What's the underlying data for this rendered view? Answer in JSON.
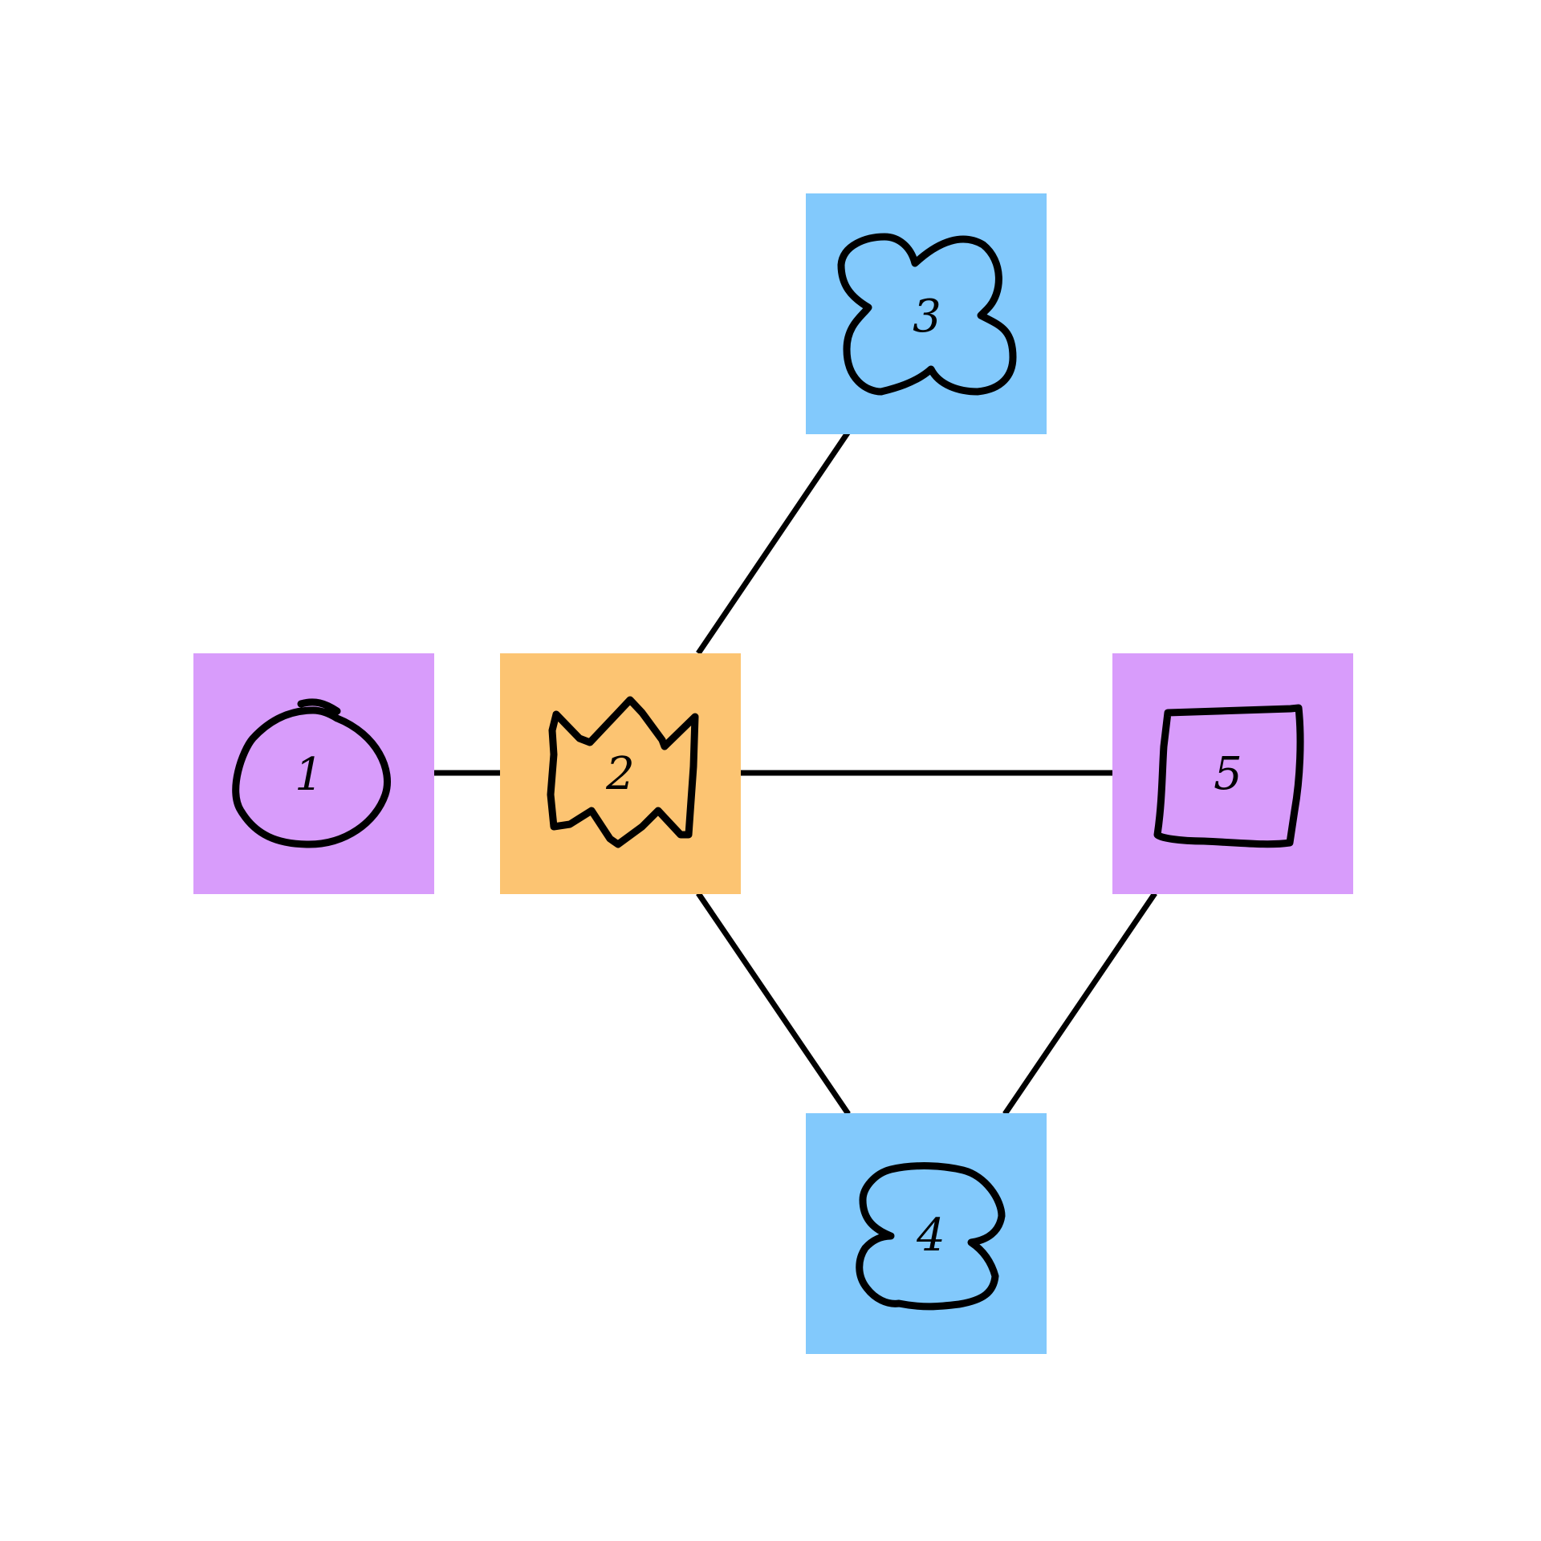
{
  "diagram": {
    "type": "graph",
    "nodes": [
      {
        "id": "1",
        "label": "1",
        "shape": "circle",
        "fill": "#d89cfb"
      },
      {
        "id": "2",
        "label": "2",
        "shape": "crown",
        "fill": "#fcc472"
      },
      {
        "id": "3",
        "label": "3",
        "shape": "flower",
        "fill": "#82c9fc"
      },
      {
        "id": "4",
        "label": "4",
        "shape": "cloud",
        "fill": "#82c9fc"
      },
      {
        "id": "5",
        "label": "5",
        "shape": "square",
        "fill": "#d89cfb"
      }
    ],
    "edges": [
      {
        "from": "1",
        "to": "2"
      },
      {
        "from": "2",
        "to": "3"
      },
      {
        "from": "2",
        "to": "5"
      },
      {
        "from": "2",
        "to": "4"
      },
      {
        "from": "5",
        "to": "4"
      }
    ],
    "line_color": "#000000",
    "background": "#ffffff"
  }
}
